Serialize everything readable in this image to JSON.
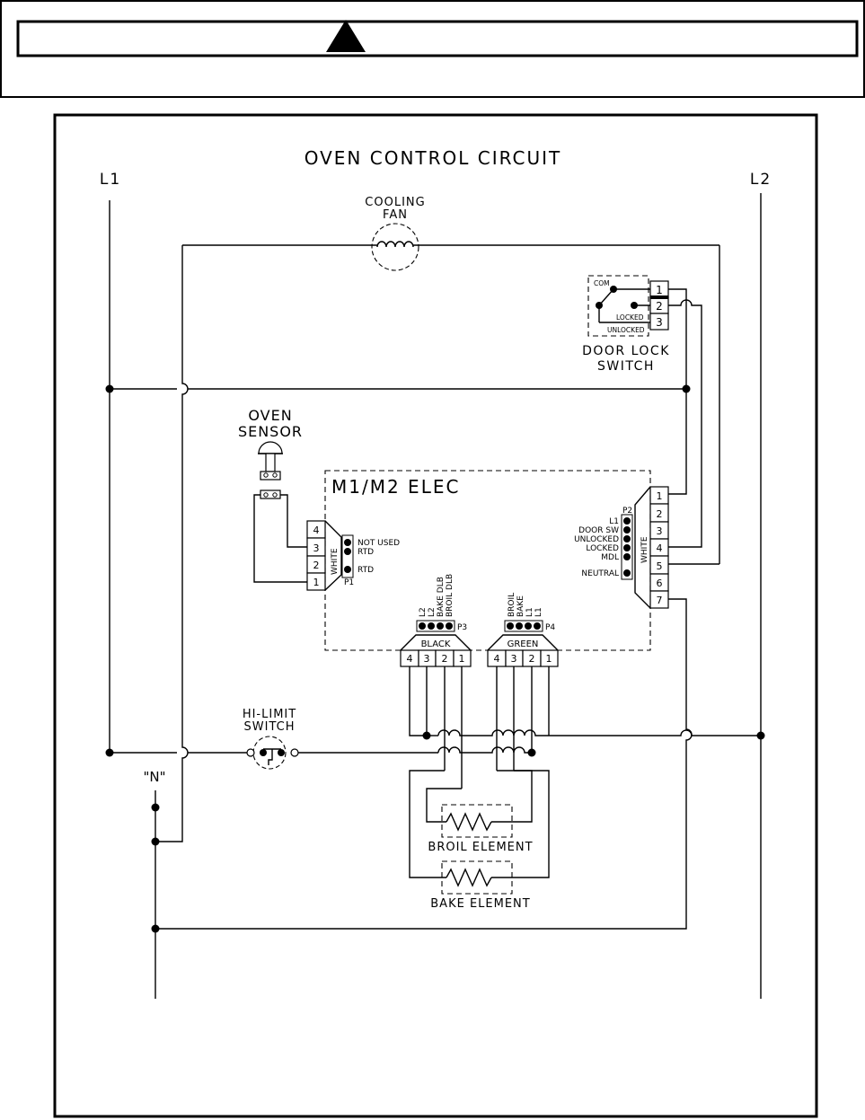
{
  "warning_banner": {
    "icon": "warning-triangle-icon",
    "text": ""
  },
  "diagram": {
    "title": "OVEN CONTROL CIRCUIT",
    "line_l1": "L1",
    "line_l2": "L2",
    "neutral": "\"N\"",
    "cooling_fan": [
      "COOLING",
      "FAN"
    ],
    "door_lock": {
      "label": [
        "DOOR LOCK",
        "SWITCH"
      ],
      "com": "COM",
      "locked": "LOCKED",
      "unlocked": "UNLOCKED",
      "pins": [
        "1",
        "2",
        "3"
      ]
    },
    "oven_sensor": {
      "label": [
        "OVEN",
        "SENSOR"
      ]
    },
    "control_board": {
      "label": "M1/M2 ELEC"
    },
    "p1": {
      "name": "P1",
      "color": "WHITE",
      "pins": [
        "4",
        "3",
        "2",
        "1"
      ],
      "signals": [
        "NOT USED",
        "RTD",
        "RTD"
      ]
    },
    "p2": {
      "name": "P2",
      "color": "WHITE",
      "pins": [
        "1",
        "2",
        "3",
        "4",
        "5",
        "6",
        "7"
      ],
      "signals": [
        "L1",
        "DOOR SW",
        "UNLOCKED",
        "LOCKED",
        "MDL",
        "NEUTRAL"
      ]
    },
    "p3": {
      "name": "P3",
      "color": "BLACK",
      "pins": [
        "4",
        "3",
        "2",
        "1"
      ],
      "signals": [
        "L2",
        "L2",
        "BAKE DLB",
        "BROIL DLB"
      ]
    },
    "p4": {
      "name": "P4",
      "color": "GREEN",
      "pins": [
        "4",
        "3",
        "2",
        "1"
      ],
      "signals": [
        "BROIL",
        "BAKE",
        "L1",
        "L1"
      ]
    },
    "hi_limit": [
      "HI-LIMIT",
      "SWITCH"
    ],
    "broil_element": "BROIL ELEMENT",
    "bake_element": "BAKE ELEMENT"
  },
  "colors": {
    "ink": "#000000",
    "banner_bg": "#ffffff"
  }
}
